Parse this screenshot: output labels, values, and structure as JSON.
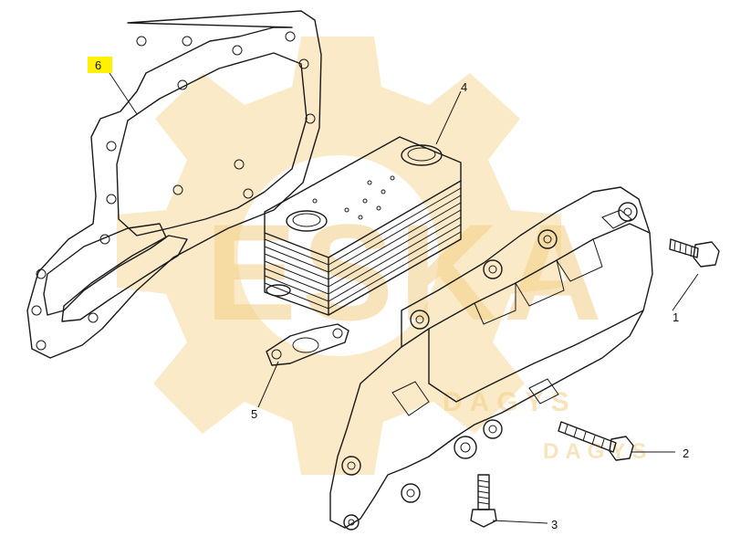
{
  "callouts": [
    {
      "id": "1",
      "label": "1"
    },
    {
      "id": "2",
      "label": "2"
    },
    {
      "id": "3",
      "label": "3"
    },
    {
      "id": "4",
      "label": "4"
    },
    {
      "id": "5",
      "label": "5"
    },
    {
      "id": "6",
      "label": "6",
      "highlighted": true
    }
  ],
  "watermark": {
    "brand": "ESKA",
    "sub": "DAGYS",
    "color": "#f5d89a"
  },
  "highlight_color": "#fff200"
}
